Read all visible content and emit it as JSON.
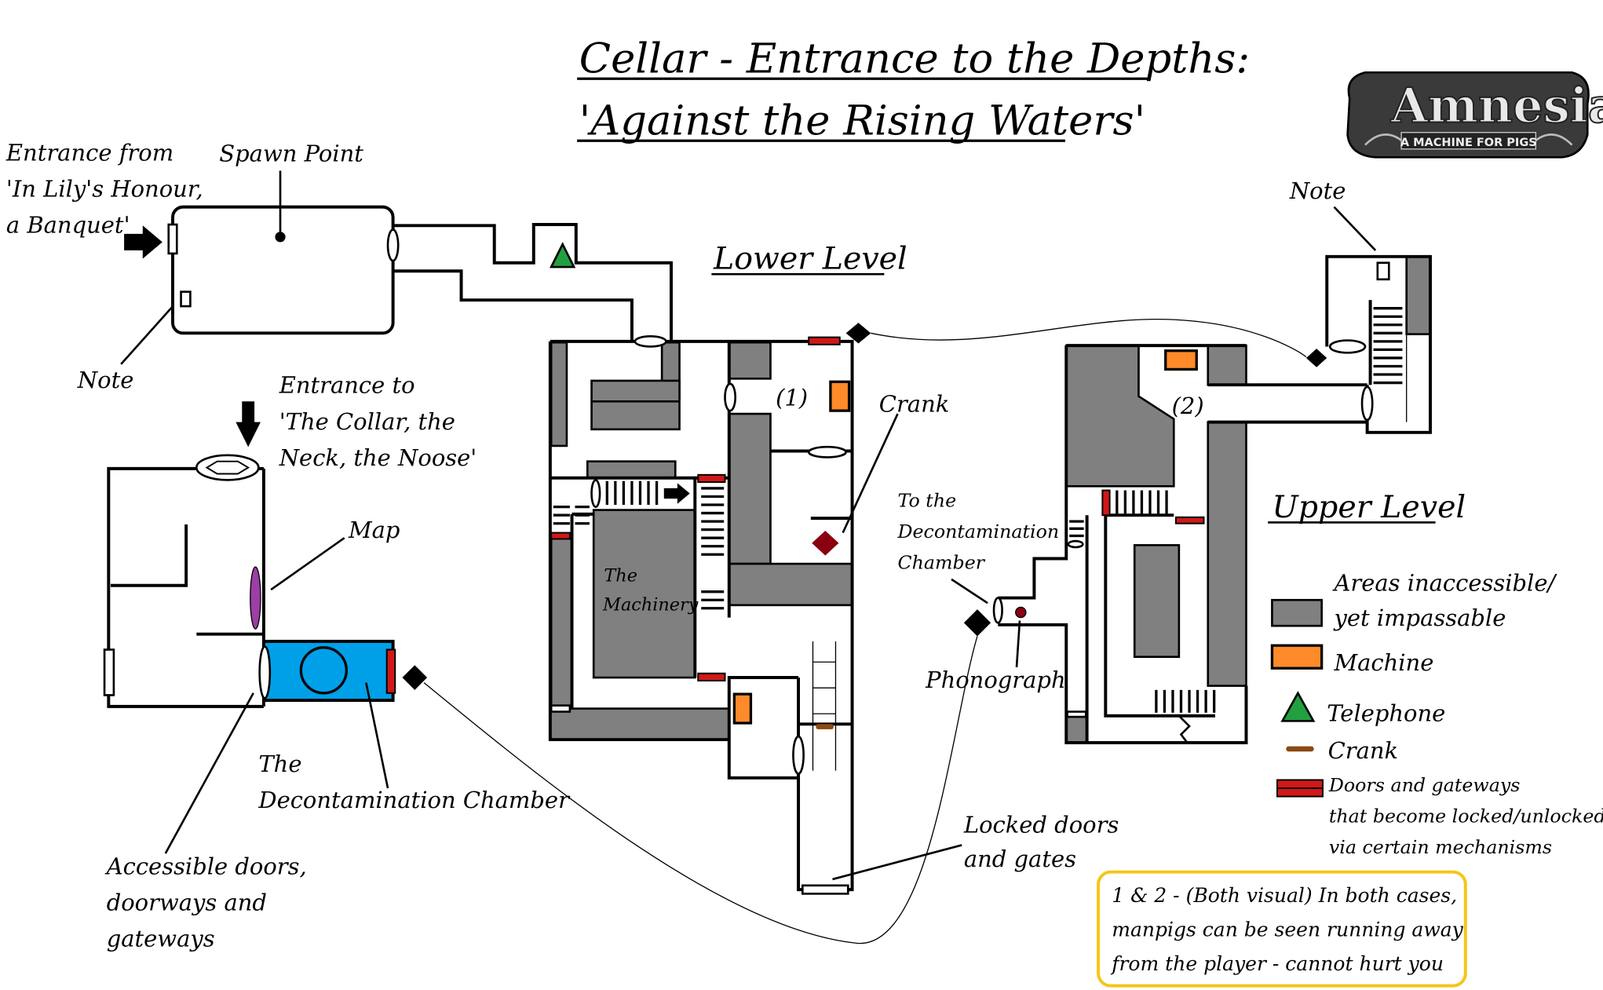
{
  "title": {
    "line1": "Cellar - Entrance to the Depths:",
    "line2": "'Against the Rising Waters'"
  },
  "logo": {
    "name": "Amnesia",
    "subtitle": "A MACHINE FOR PIGS"
  },
  "sections": {
    "lower_level": "Lower Level",
    "upper_level": "Upper Level"
  },
  "labels": {
    "entrance_from": [
      "Entrance from",
      "'In Lily's Honour,",
      "a Banquet'"
    ],
    "spawn_point": "Spawn Point",
    "note_left": "Note",
    "note_right": "Note",
    "entrance_to": [
      "Entrance to",
      "'The Collar, the",
      "Neck, the Noose'"
    ],
    "map": "Map",
    "decon_chamber": [
      "The",
      "Decontamination Chamber"
    ],
    "accessible_doors": [
      "Accessible doors,",
      "doorways and",
      "gateways"
    ],
    "machinery": [
      "The",
      "Machinery"
    ],
    "room_1": "(1)",
    "room_2": "(2)",
    "crank": "Crank",
    "to_decon": [
      "To the",
      "Decontamination",
      "Chamber"
    ],
    "phonograph": "Phonograph",
    "locked_doors": [
      "Locked doors",
      "and gates"
    ]
  },
  "legend": {
    "items": [
      {
        "label": [
          "Areas inaccessible/",
          "yet impassable"
        ],
        "color": "#808080"
      },
      {
        "label": [
          "Machine"
        ],
        "color": "#ff8a2a"
      },
      {
        "label": [
          "Telephone"
        ],
        "color": "#22a040"
      },
      {
        "label": [
          "Crank"
        ],
        "color": "#8b4a10"
      },
      {
        "label": [
          "Doors and gateways",
          "that become locked/unlocked",
          "via certain mechanisms"
        ],
        "color": "#d01818"
      }
    ]
  },
  "note_box": {
    "lines": [
      "1 & 2 - (Both visual) In both cases,",
      "manpigs can be seen running away",
      "from the player - cannot hurt you"
    ],
    "border_color": "#f5c518"
  },
  "colors": {
    "decon_chamber": "#00a0e8",
    "map_marker": "#9b3fa5",
    "crank_marker": "#8b0010"
  }
}
